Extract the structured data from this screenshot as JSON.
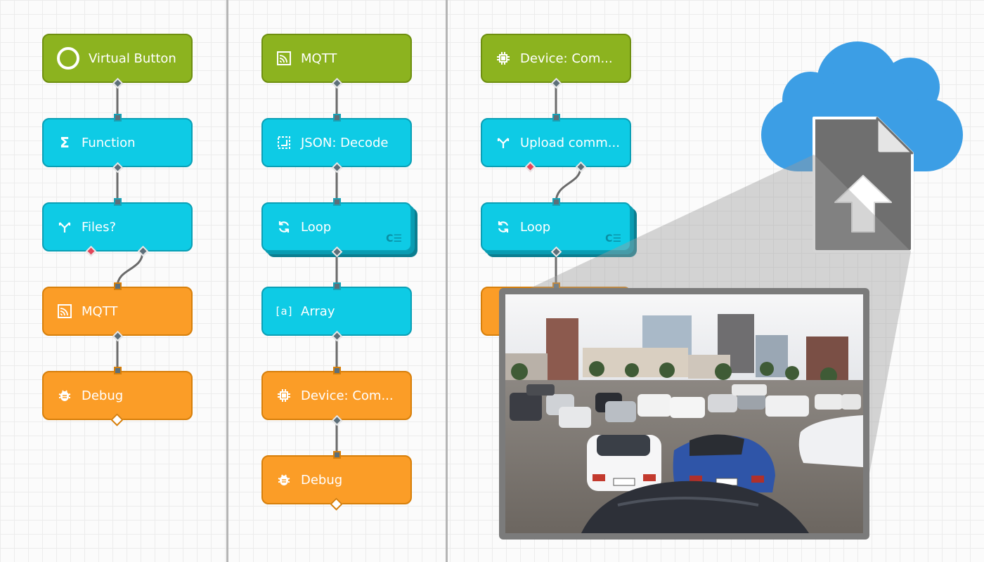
{
  "flows": [
    {
      "name": "left-flow",
      "nodes": [
        {
          "label": "Virtual Button",
          "kind": "input",
          "icon": "circle-icon"
        },
        {
          "label": "Function",
          "kind": "logic",
          "icon": "sigma-icon"
        },
        {
          "label": "Files?",
          "kind": "logic",
          "icon": "conditional-icon"
        },
        {
          "label": "MQTT",
          "kind": "output",
          "icon": "mqtt-icon"
        },
        {
          "label": "Debug",
          "kind": "output",
          "icon": "bug-icon"
        }
      ]
    },
    {
      "name": "middle-flow",
      "nodes": [
        {
          "label": "MQTT",
          "kind": "input",
          "icon": "mqtt-icon"
        },
        {
          "label": "JSON: Decode",
          "kind": "logic",
          "icon": "json-icon"
        },
        {
          "label": "Loop",
          "kind": "logic",
          "icon": "loop-icon"
        },
        {
          "label": "Array",
          "kind": "logic",
          "icon": "array-icon"
        },
        {
          "label": "Device: Com...",
          "kind": "output",
          "icon": "chip-icon"
        },
        {
          "label": "Debug",
          "kind": "output",
          "icon": "bug-icon"
        }
      ]
    },
    {
      "name": "right-flow",
      "nodes": [
        {
          "label": "Device: Com...",
          "kind": "input",
          "icon": "chip-icon"
        },
        {
          "label": "Upload comm...",
          "kind": "logic",
          "icon": "conditional-icon"
        },
        {
          "label": "Loop",
          "kind": "logic",
          "icon": "loop-icon"
        }
      ]
    }
  ],
  "iteration_marker": "C☰",
  "colors": {
    "input_node": "#8cb31f",
    "logic_node": "#0ecbe5",
    "output_node": "#fb9d27",
    "cloud": "#3c9ee5",
    "file_icon": "#6f6f6f",
    "wire": "#6b6b6b",
    "false_output": "#e2475a"
  },
  "overlay": {
    "cloud_icon": "cloud-upload-file-icon",
    "photo": "parking-lot-photo"
  }
}
